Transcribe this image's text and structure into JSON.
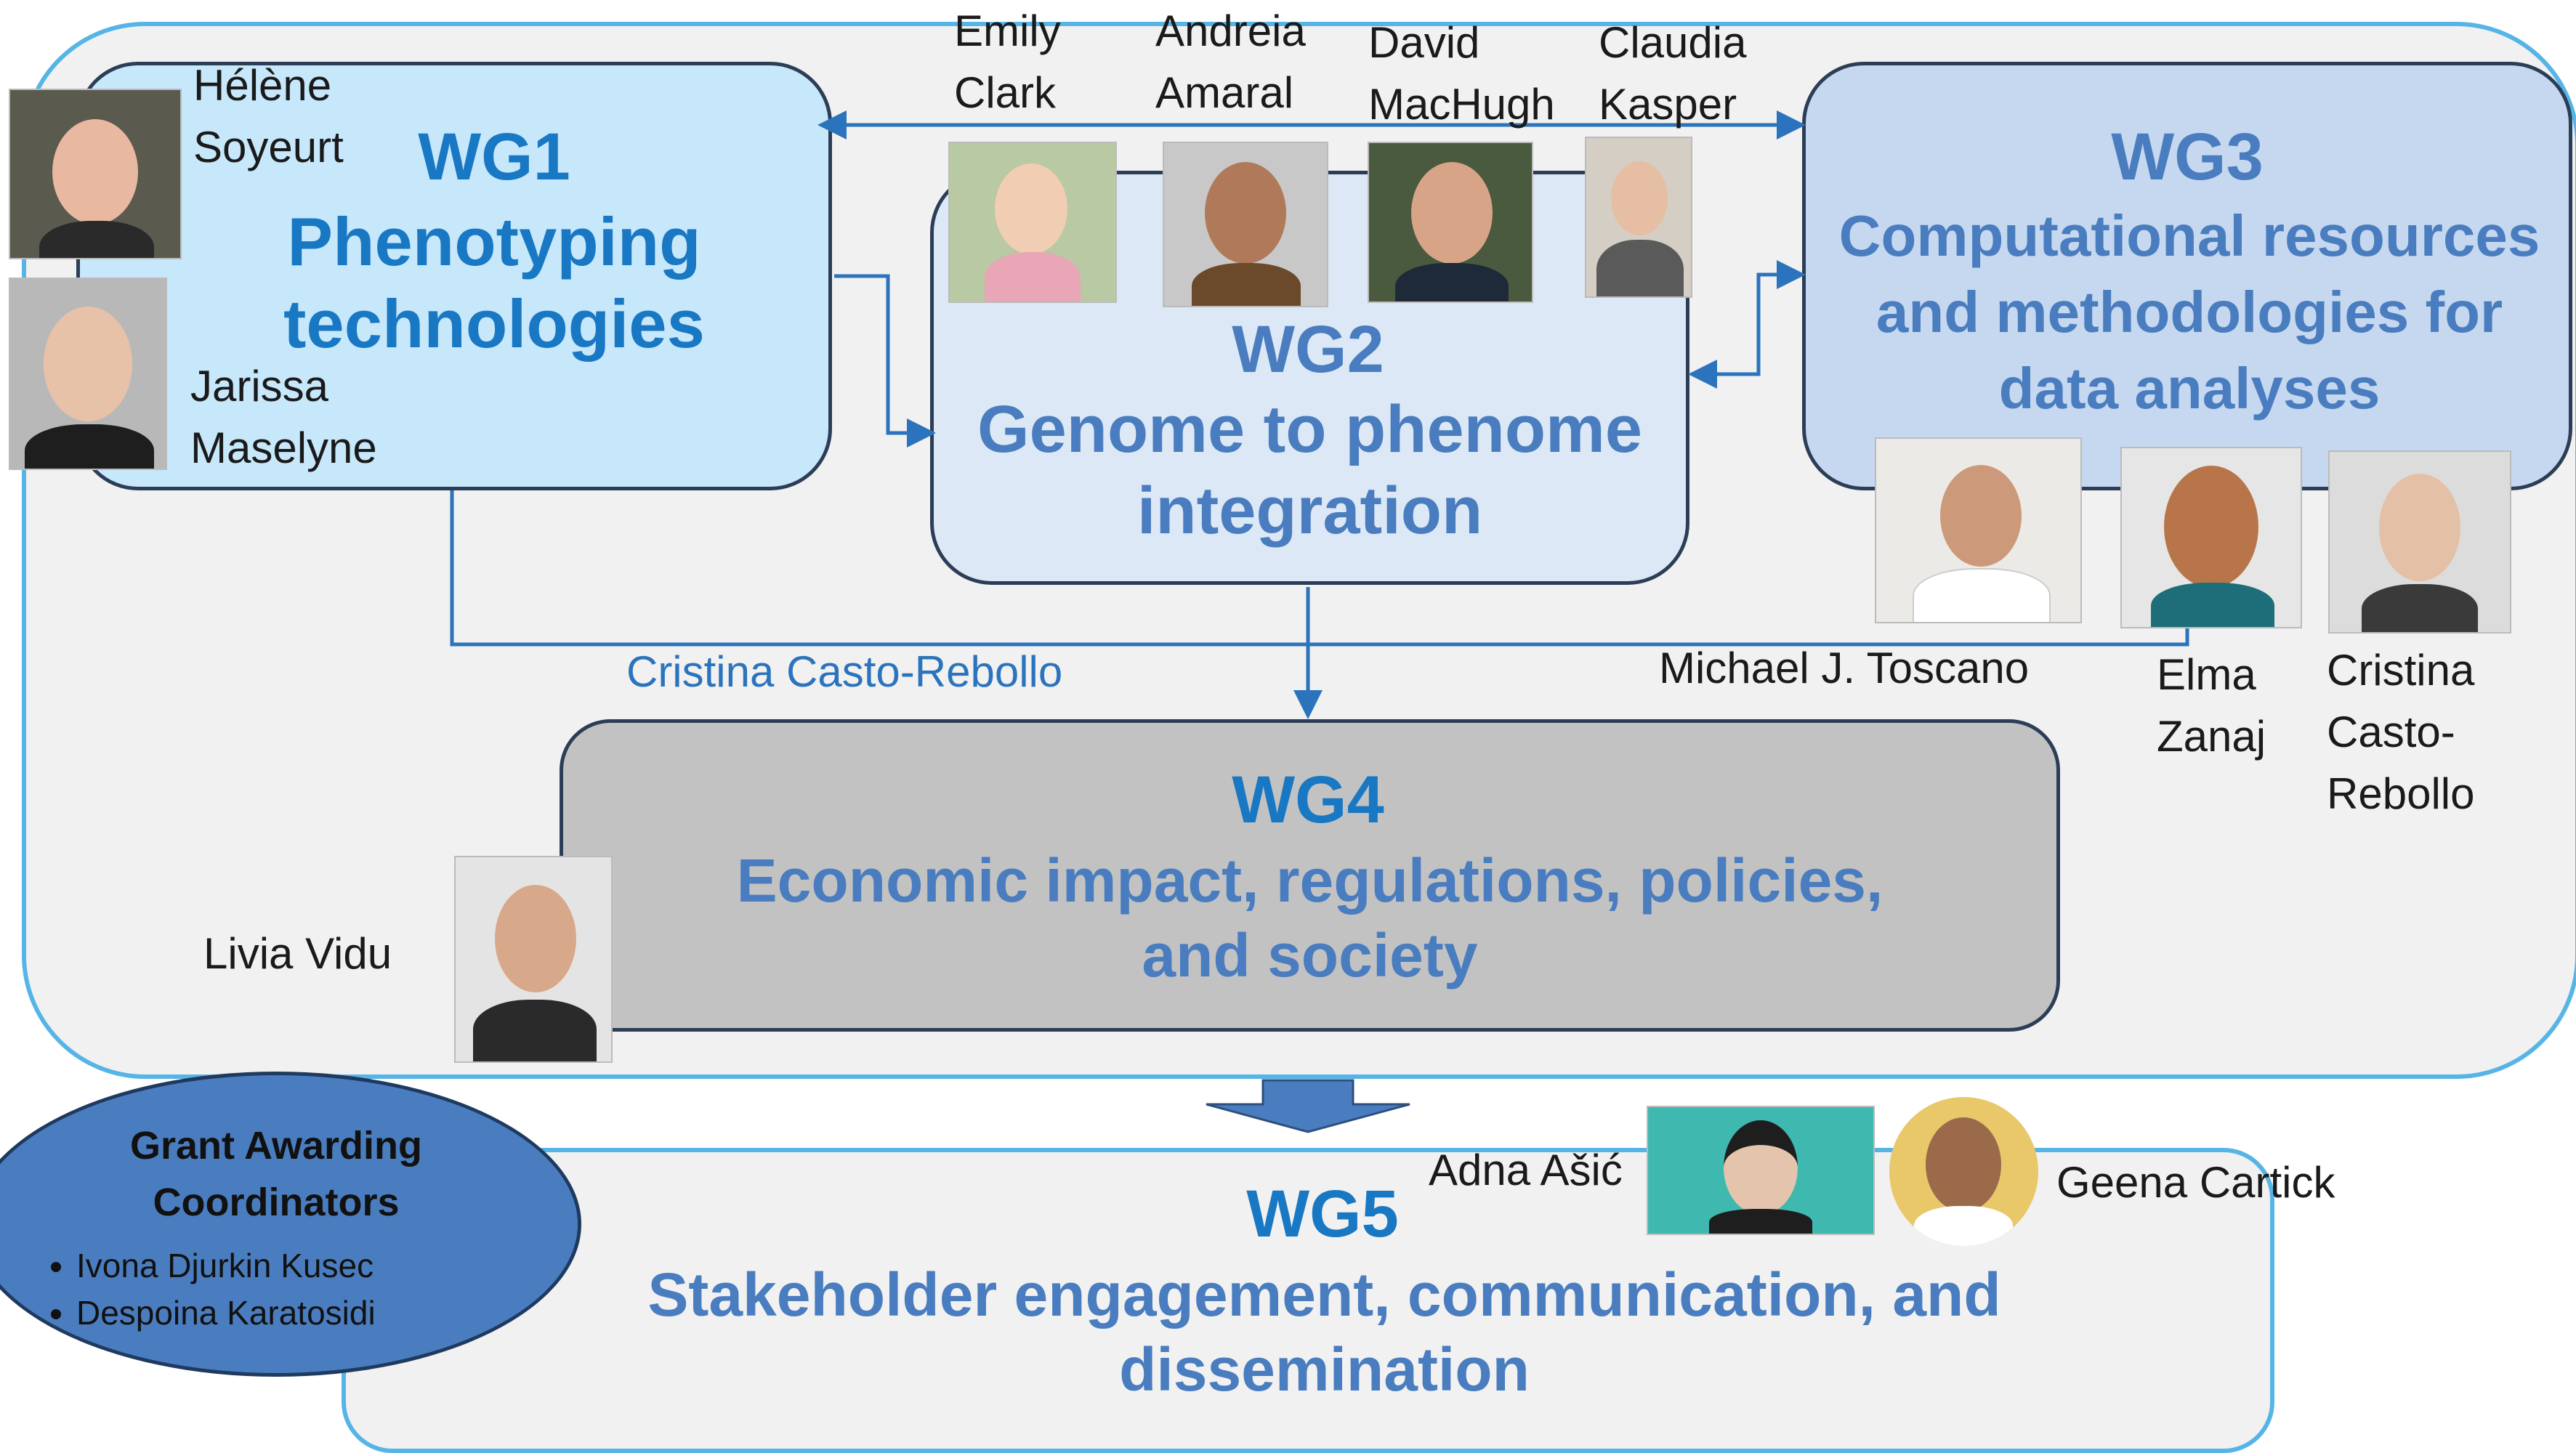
{
  "wg1": {
    "code": "WG1",
    "line1": "Phenotyping",
    "line2": "technologies"
  },
  "wg2": {
    "code": "WG2",
    "line1": "Genome to phenome",
    "line2": "integration"
  },
  "wg3": {
    "code": "WG3",
    "line1": "Computational resources",
    "line2": "and methodologies for",
    "line3": "data analyses"
  },
  "wg4": {
    "code": "WG4",
    "line1": "Economic impact, regulations, policies,",
    "line2": "and society"
  },
  "wg5": {
    "code": "WG5",
    "line1": "Stakeholder engagement, communication, and",
    "line2": "dissemination"
  },
  "people": {
    "helene": {
      "first": "Hélène",
      "last": "Soyeurt"
    },
    "jarissa": {
      "first": "Jarissa",
      "last": "Maselyne"
    },
    "emily": {
      "first": "Emily",
      "last": "Clark"
    },
    "andreia": {
      "first": "Andreia",
      "last": "Amaral"
    },
    "david": {
      "first": "David",
      "last": "MacHugh"
    },
    "claudia": {
      "first": "Claudia",
      "last": "Kasper"
    },
    "cristina_link": "Cristina Casto-Rebollo",
    "michael": "Michael J. Toscano",
    "elma": {
      "first": "Elma",
      "last": "Zanaj"
    },
    "cristina": {
      "l1": "Cristina",
      "l2": "Casto-",
      "l3": "Rebollo"
    },
    "livia": "Livia Vidu",
    "adna": "Adna Ašić",
    "geena": "Geena Cartick"
  },
  "grant": {
    "title1": "Grant Awarding",
    "title2": "Coordinators",
    "items": [
      "Ivona Djurkin Kusec",
      "Despoina Karatosidi"
    ]
  },
  "colors": {
    "wg_title": "#1978c3",
    "wg_subtitle": "#4a7dbf",
    "outer_border": "#56b4e7",
    "grant_fill": "#4a7dbf"
  }
}
